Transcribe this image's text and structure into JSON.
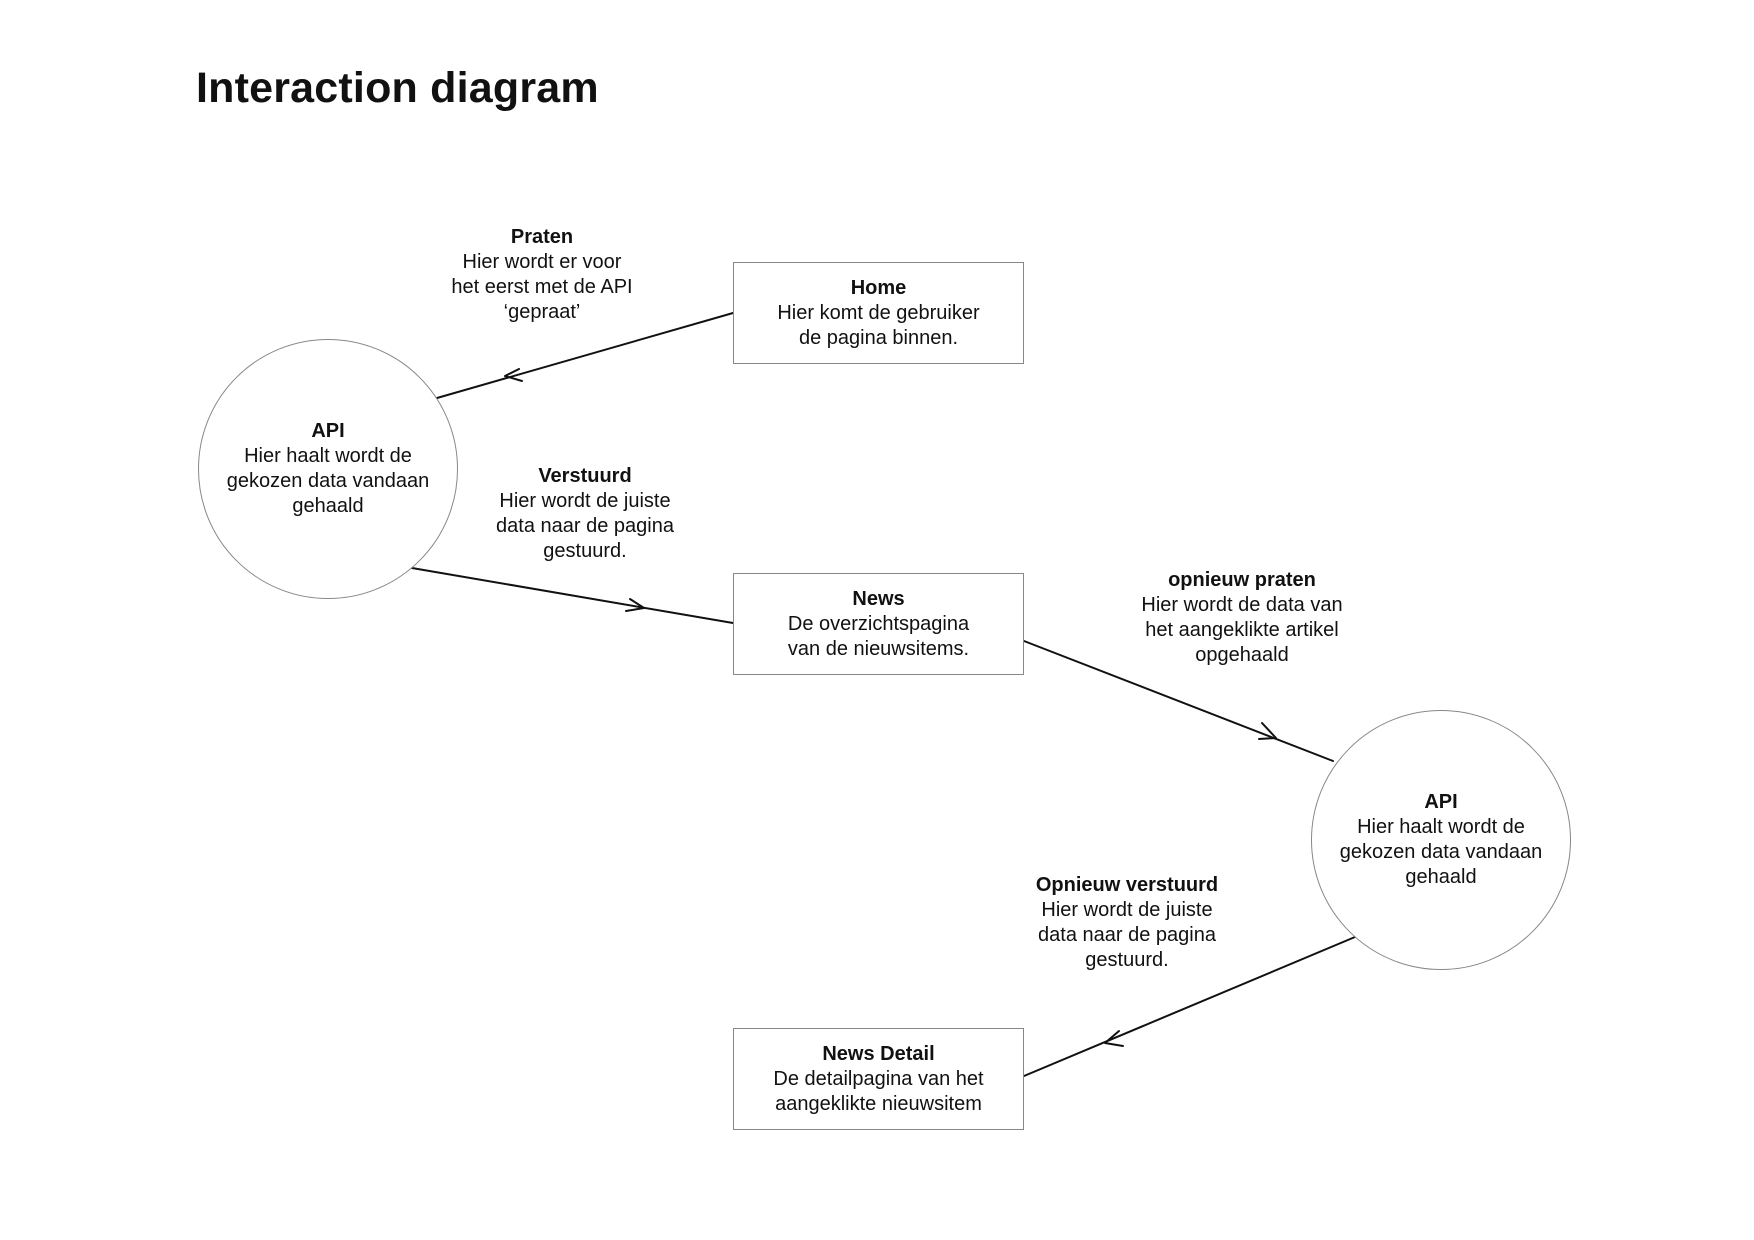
{
  "title": "Interaction diagram",
  "nodes": {
    "home": {
      "title": "Home",
      "desc": "Hier komt de gebruiker\nde pagina binnen."
    },
    "api_1": {
      "title": "API",
      "desc": "Hier haalt wordt de\ngekozen data vandaan\ngehaald"
    },
    "news": {
      "title": "News",
      "desc": "De overzichtspagina\nvan de nieuwsitems."
    },
    "api_2": {
      "title": "API",
      "desc": "Hier haalt wordt de\ngekozen data vandaan\ngehaald"
    },
    "news_detail": {
      "title": "News Detail",
      "desc": "De detailpagina van het\naangeklikte nieuwsitem"
    }
  },
  "edges": {
    "praten": {
      "title": "Praten",
      "desc": "Hier wordt er voor\nhet eerst met de API\n‘gepraat’"
    },
    "verstuurd": {
      "title": "Verstuurd",
      "desc": "Hier wordt de juiste\ndata naar de pagina\ngestuurd."
    },
    "opnieuw_praten": {
      "title": "opnieuw praten",
      "desc": "Hier wordt de data van\nhet aangeklikte artikel\nopgehaald"
    },
    "opnieuw_verstuurd": {
      "title": "Opnieuw verstuurd",
      "desc": "Hier wordt de juiste\ndata naar de pagina\ngestuurd."
    }
  }
}
